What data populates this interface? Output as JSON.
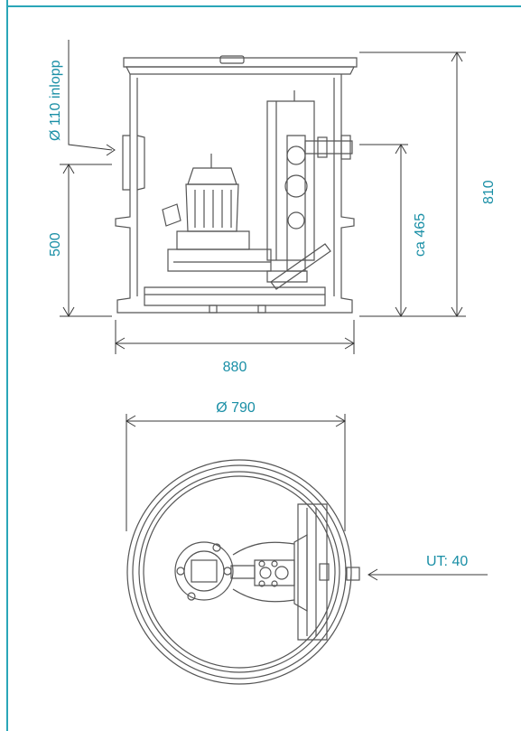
{
  "colors": {
    "frame": "#2aa6b8",
    "label": "#1a8fa6",
    "line": "#3a3a3a",
    "drawing": "#555555"
  },
  "labels": {
    "inlet": "Ø 110 inlopp",
    "height_500": "500",
    "width_880": "880",
    "height_465": "ca 465",
    "height_810": "810",
    "diameter_790": "Ø 790",
    "outlet": "UT: 40"
  }
}
